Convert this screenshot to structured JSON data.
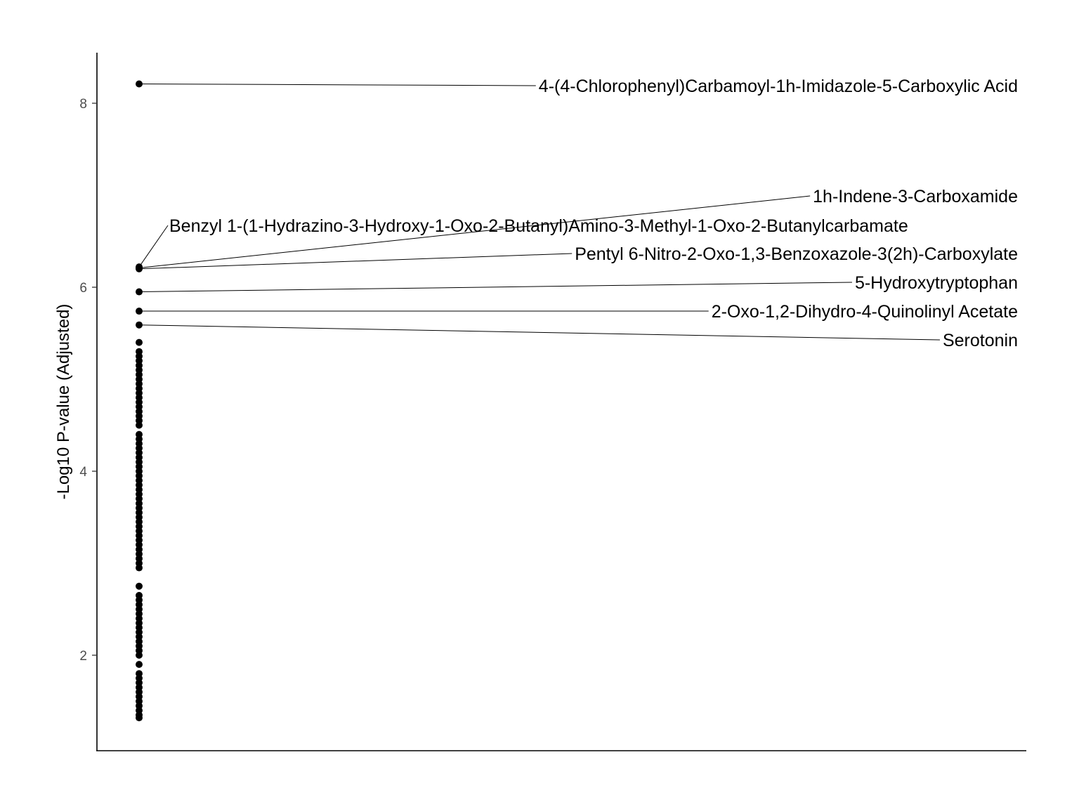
{
  "chart_data": {
    "type": "scatter",
    "title": "",
    "xlabel": "",
    "ylabel": "-Log10 P-value (Adjusted)",
    "ylim": [
      1.05,
      8.55
    ],
    "yticks": [
      2,
      4,
      6,
      8
    ],
    "grid": false,
    "legend": "none",
    "point_color": "#000000",
    "values": [
      8.21,
      6.22,
      6.21,
      6.2,
      5.95,
      5.74,
      5.59,
      5.4,
      5.3,
      5.25,
      5.2,
      5.15,
      5.1,
      5.05,
      5.0,
      4.95,
      4.9,
      4.85,
      4.8,
      4.75,
      4.7,
      4.65,
      4.6,
      4.55,
      4.5,
      4.4,
      4.35,
      4.3,
      4.25,
      4.2,
      4.15,
      4.1,
      4.05,
      4.0,
      3.95,
      3.9,
      3.85,
      3.8,
      3.75,
      3.7,
      3.65,
      3.6,
      3.55,
      3.5,
      3.45,
      3.4,
      3.35,
      3.3,
      3.25,
      3.2,
      3.15,
      3.1,
      3.05,
      3.0,
      2.95,
      2.75,
      2.65,
      2.6,
      2.55,
      2.5,
      2.45,
      2.4,
      2.35,
      2.3,
      2.25,
      2.2,
      2.15,
      2.1,
      2.05,
      2.0,
      1.9,
      1.8,
      1.75,
      1.7,
      1.65,
      1.6,
      1.55,
      1.5,
      1.45,
      1.4,
      1.35,
      1.32
    ],
    "annotations": [
      {
        "label": "4-(4-Chlorophenyl)Carbamoyl-1h-Imidazole-5-Carboxylic Acid",
        "y": 8.21
      },
      {
        "label": "1h-Indene-3-Carboxamide",
        "y": 6.21
      },
      {
        "label": "Benzyl 1-(1-Hydrazino-3-Hydroxy-1-Oxo-2-Butanyl)Amino-3-Methyl-1-Oxo-2-Butanylcarbamate",
        "y": 6.22
      },
      {
        "label": "Pentyl 6-Nitro-2-Oxo-1,3-Benzoxazole-3(2h)-Carboxylate",
        "y": 6.2
      },
      {
        "label": "5-Hydroxytryptophan",
        "y": 5.95
      },
      {
        "label": "2-Oxo-1,2-Dihydro-4-Quinolinyl Acetate",
        "y": 5.74
      },
      {
        "label": "Serotonin",
        "y": 5.59
      }
    ]
  }
}
